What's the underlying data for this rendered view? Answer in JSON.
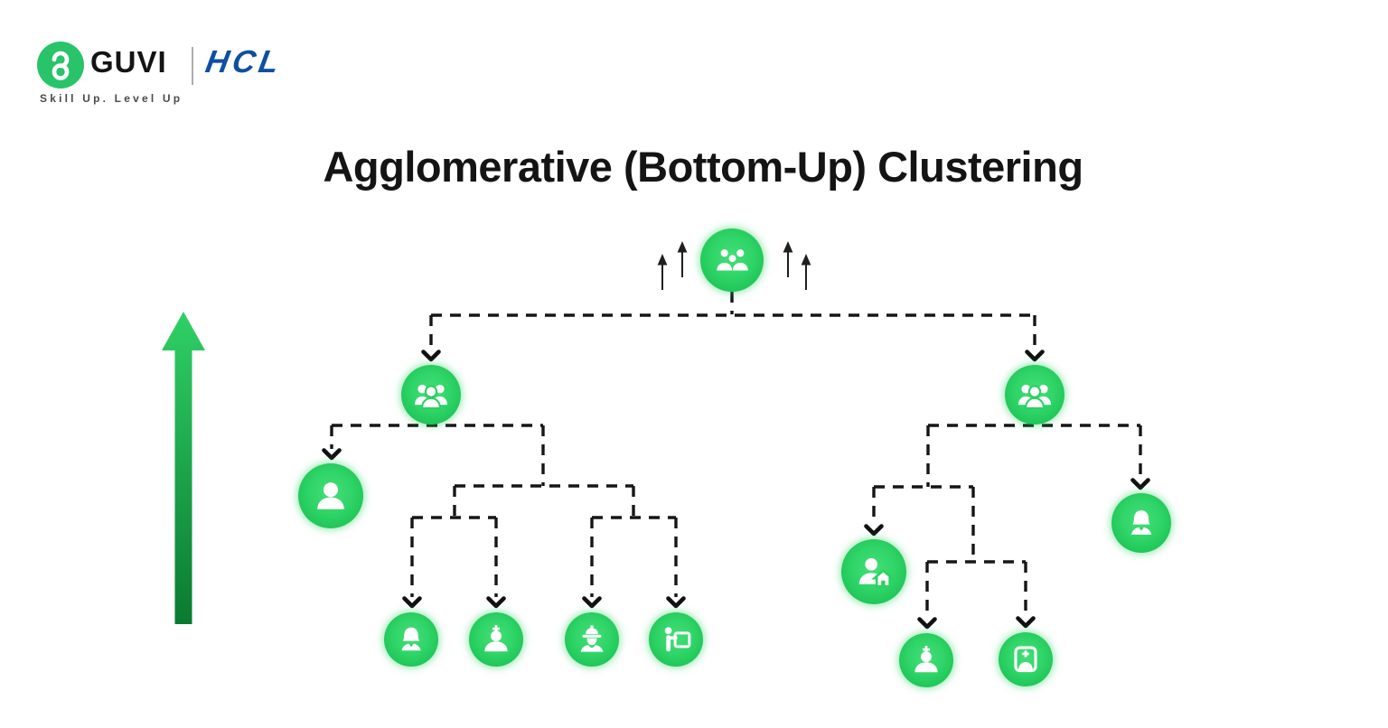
{
  "header": {
    "guvi_wordmark": "GUVI",
    "hcl_wordmark": "HCL",
    "tagline": "Skill Up. Level Up"
  },
  "title": "Agglomerative (Bottom-Up) Clustering",
  "colors": {
    "node_green_center": "#2fd467",
    "node_green_edge": "#15bb4d",
    "logo_green": "#29c469",
    "hcl_blue": "#0e4fa3",
    "connector_black": "#161616",
    "growth_arrow_top": "#30d066",
    "growth_arrow_bottom": "#0a7a31",
    "title_color": "#141414"
  },
  "diagram": {
    "type": "hierarchical-clustering-tree",
    "merge_direction": "bottom-up",
    "growth_arrow": {
      "direction": "up",
      "position": "left-of-tree"
    },
    "upward_flow_arrows": {
      "count": 4,
      "position": "beside-root-node",
      "direction": "up"
    },
    "connector_style": "dashed-black-with-arrowheads-pointing-down",
    "tree": {
      "id": "merged-all",
      "icon": "groups-icon",
      "children": [
        {
          "id": "cluster-left",
          "icon": "team-icon",
          "children": [
            {
              "id": "person-left",
              "icon": "person-icon"
            },
            {
              "junction": true,
              "children": [
                {
                  "junction": true,
                  "children": [
                    {
                      "id": "woman-left",
                      "icon": "woman-icon"
                    },
                    {
                      "id": "doctor-left",
                      "icon": "doctor-icon"
                    }
                  ]
                },
                {
                  "junction": true,
                  "children": [
                    {
                      "id": "engineer",
                      "icon": "engineer-icon"
                    },
                    {
                      "id": "presenter",
                      "icon": "presenter-icon"
                    }
                  ]
                }
              ]
            }
          ]
        },
        {
          "id": "cluster-right",
          "icon": "team-icon",
          "children": [
            {
              "junction": true,
              "children": [
                {
                  "id": "realtor",
                  "icon": "person-home-icon"
                },
                {
                  "junction": true,
                  "children": [
                    {
                      "id": "doctor-right",
                      "icon": "doctor-icon"
                    },
                    {
                      "id": "nurse-right",
                      "icon": "nurse-icon"
                    }
                  ]
                }
              ]
            },
            {
              "id": "woman-right",
              "icon": "woman-icon"
            }
          ]
        }
      ]
    }
  }
}
